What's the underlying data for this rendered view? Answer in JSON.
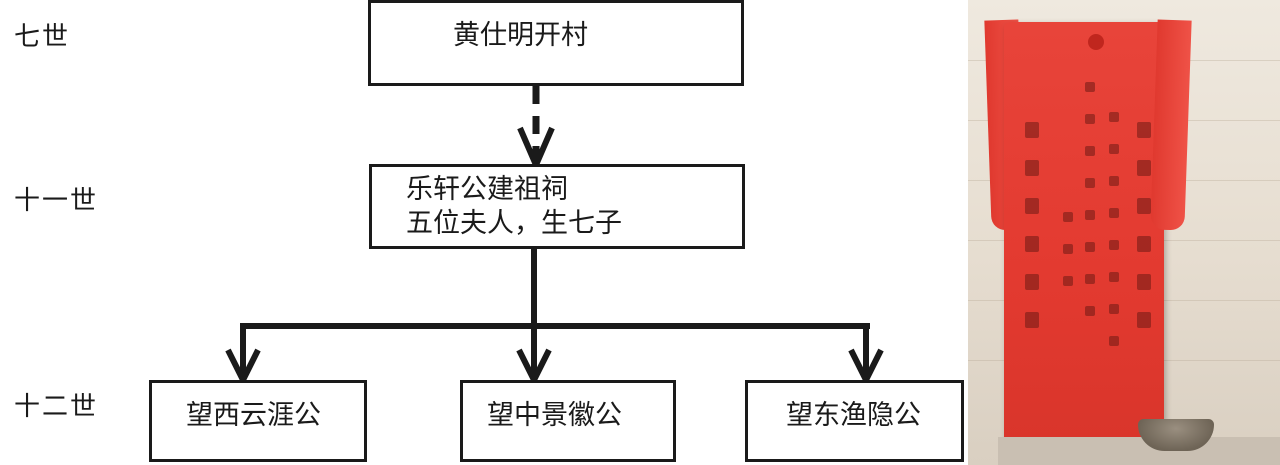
{
  "generations": {
    "g7": "七世",
    "g11": "十一世",
    "g12": "十二世"
  },
  "nodes": {
    "root": "黄仕明开村",
    "mid_line1": "乐轩公建祖祠",
    "mid_line2": "五位夫人，生七子",
    "child1": "望西云涯公",
    "child2": "望中景徽公",
    "child3": "望东渔隐公"
  },
  "colors": {
    "line": "#1a1a1a",
    "tablet_red": "#e33a30"
  }
}
